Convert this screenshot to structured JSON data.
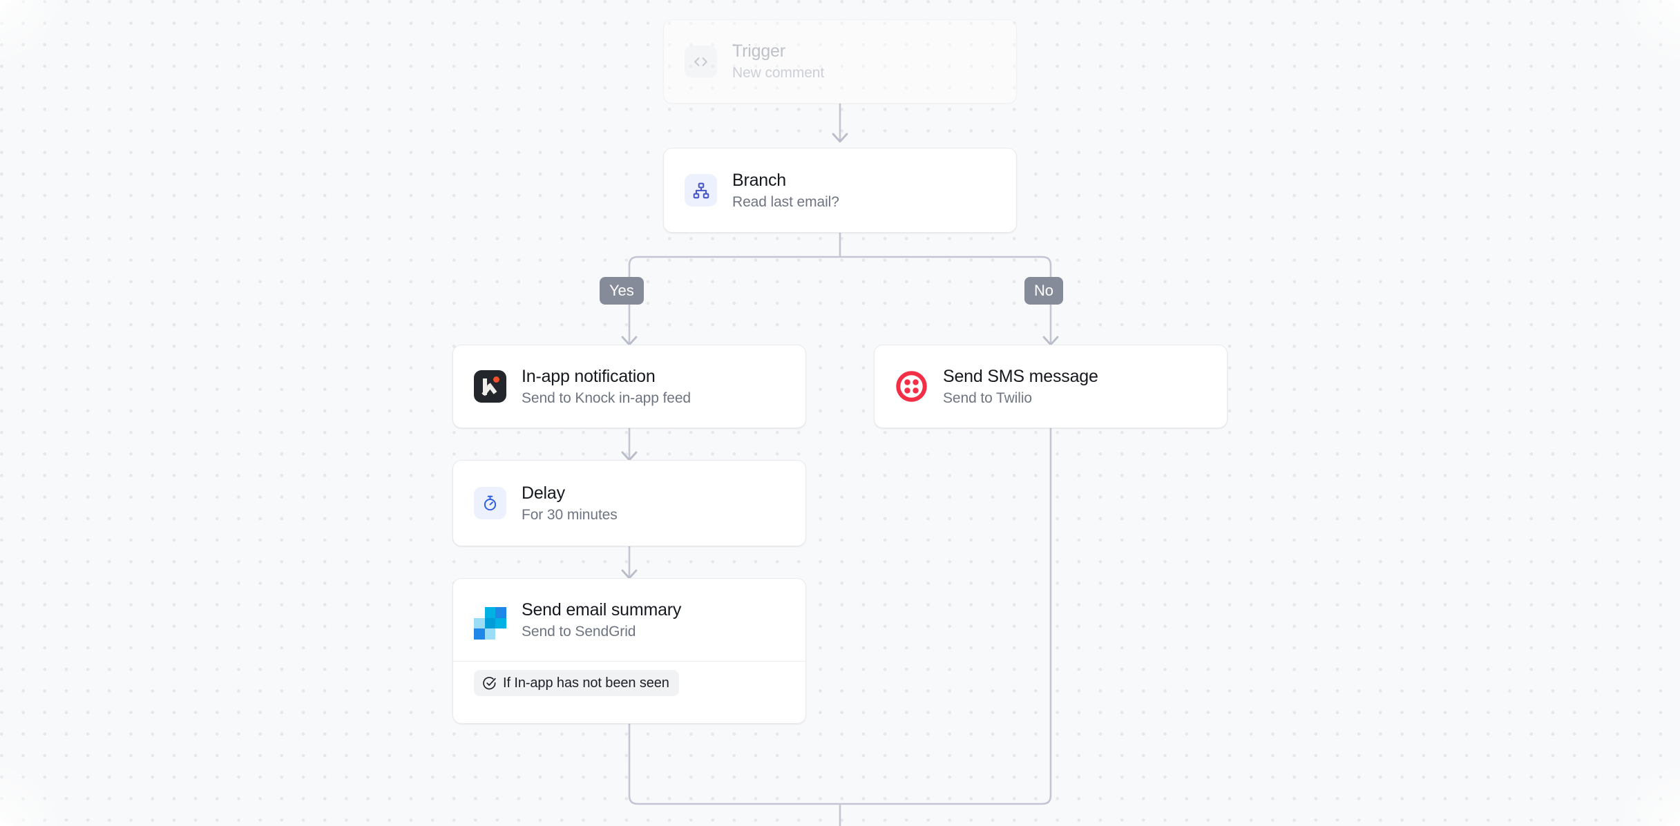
{
  "workflow": {
    "nodes": [
      {
        "id": "trigger",
        "title": "Trigger",
        "subtitle": "New comment",
        "icon": "code-icon",
        "state": "faded"
      },
      {
        "id": "branch",
        "title": "Branch",
        "subtitle": "Read last email?",
        "icon": "hierarchy-icon",
        "state": "normal"
      },
      {
        "id": "in-app-notification",
        "title": "In-app notification",
        "subtitle": "Send to Knock in-app feed",
        "icon": "knock-logo-icon",
        "state": "normal"
      },
      {
        "id": "send-sms-message",
        "title": "Send SMS message",
        "subtitle": "Send to Twilio",
        "icon": "twilio-logo-icon",
        "state": "normal"
      },
      {
        "id": "delay",
        "title": "Delay",
        "subtitle": "For 30 minutes",
        "icon": "stopwatch-icon",
        "state": "normal"
      },
      {
        "id": "send-email-summary",
        "title": "Send email summary",
        "subtitle": "Send to SendGrid",
        "icon": "sendgrid-logo-icon",
        "state": "normal",
        "condition": {
          "icon": "circle-check-icon",
          "label": "If In-app has not been seen"
        }
      }
    ],
    "branch_labels": {
      "yes": "Yes",
      "no": "No"
    }
  },
  "colors": {
    "canvas_background": "#f8f9fa",
    "dot_grid": "#e6e7e9",
    "card_background": "#ffffff",
    "card_border": "#e9eaee",
    "title_text": "#15181e",
    "subtitle_text": "#6f7482",
    "connector_line": "#c3c6d2",
    "branch_badge_background": "#868b99",
    "branch_badge_text": "#ffffff",
    "icon_tile_lavender": "#edf1fd",
    "icon_accent_indigo": "#4355c8",
    "knock_logo_background": "#23272c",
    "knock_logo_mark": "#f0eeea",
    "knock_logo_dot": "#f4502a",
    "twilio_red": "#f22f46",
    "sendgrid_blue_dark": "#1e87e8",
    "sendgrid_blue_mid": "#00b2e3",
    "sendgrid_blue_deep": "#009dd9",
    "sendgrid_blue_light": "#9bdcf7",
    "chip_background": "#f1f2f4",
    "chip_text": "#1c1f26"
  }
}
